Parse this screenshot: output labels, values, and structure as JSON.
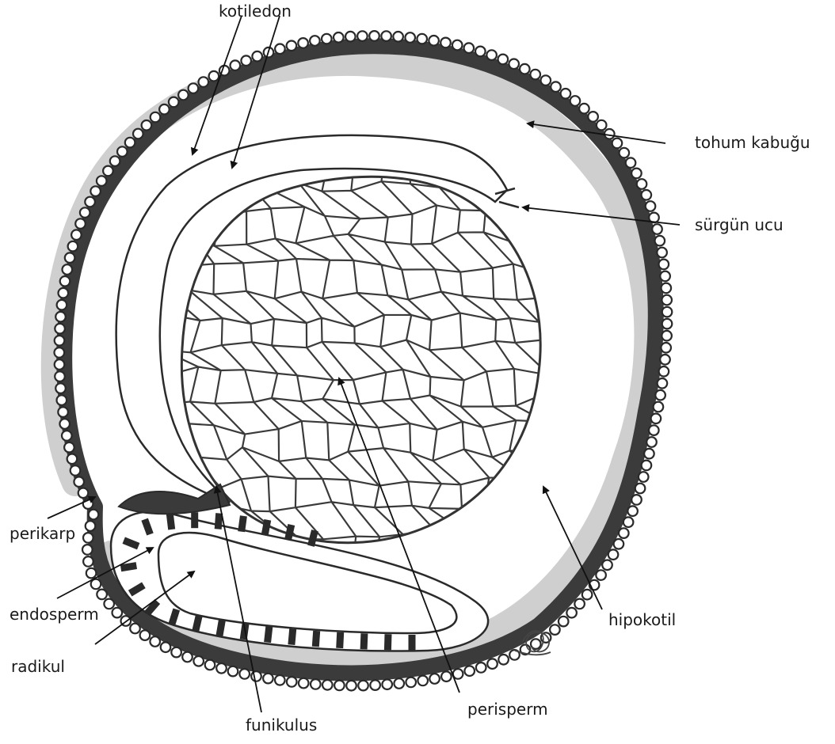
{
  "labels": {
    "kotiledon": "kotiledon",
    "tohum_kabugu": "tohum kabuğu",
    "surgun_ucu": "sürgün ucu",
    "perikarp": "perikarp",
    "endosperm": "endosperm",
    "radikul": "radikul",
    "hipokotil": "hipokotil",
    "funikulus": "funikulus",
    "perisperm": "perisperm"
  },
  "colors": {
    "ink": "#2a2a2a",
    "outline": "#3a3a3a",
    "seed_coat": "#3b3b3b",
    "shade": "#cfcfcf",
    "background": "#ffffff"
  }
}
